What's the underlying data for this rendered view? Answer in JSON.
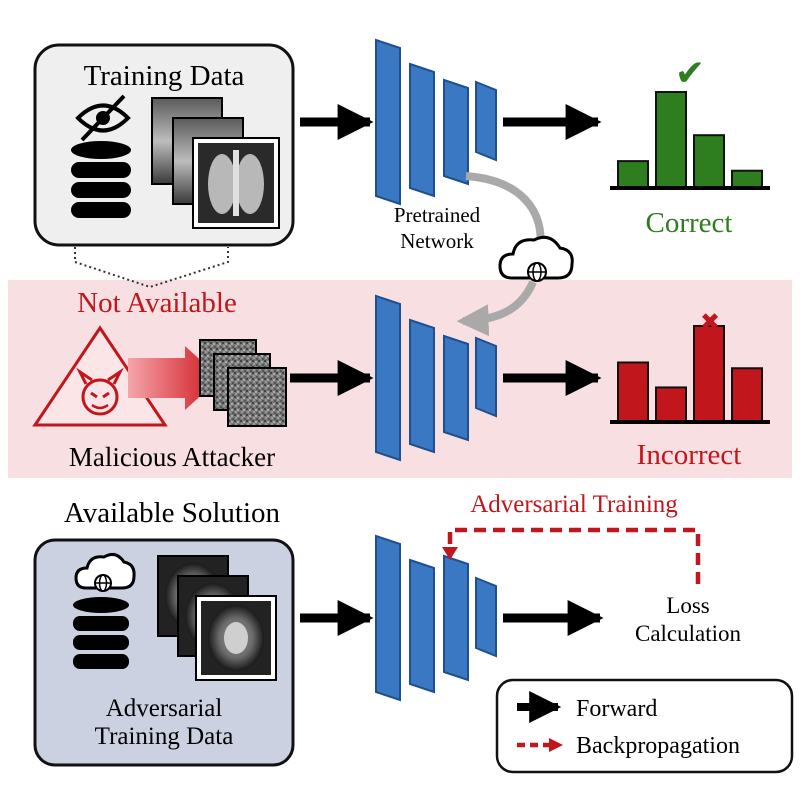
{
  "training": {
    "title": "Training Data",
    "eye_icon": "eye-slash-icon",
    "db_icon": "database-icon",
    "images": "chest-xray-images"
  },
  "pretrained": {
    "label_line1": "Pretrained",
    "label_line2": "Network"
  },
  "correct": {
    "label": "Correct",
    "mark": "✔",
    "bar_levels": [
      0.28,
      1.0,
      0.55,
      0.18
    ],
    "highlighted_bar": 1,
    "color": "#2e7d1f"
  },
  "not_available": {
    "label": "Not Available",
    "color": "#c0161c"
  },
  "attacker": {
    "label": "Malicious Attacker",
    "icon": "devil-warning-icon"
  },
  "incorrect": {
    "label": "Incorrect",
    "mark": "✖",
    "bar_levels": [
      0.62,
      0.36,
      1.0,
      0.56
    ],
    "highlighted_bar": 2,
    "color": "#c0161c"
  },
  "cloud": {
    "icon": "cloud-globe-icon"
  },
  "solution": {
    "heading": "Available Solution",
    "data_line1": "Adversarial",
    "data_line2": "Training Data",
    "images": "brain-ct-images"
  },
  "adversarial_training": {
    "label": "Adversarial Training"
  },
  "loss": {
    "line1": "Loss",
    "line2": "Calculation"
  },
  "legend": {
    "forward": "Forward",
    "backpropagation": "Backpropagation"
  },
  "colors": {
    "network_blue": "#3b78c4",
    "network_edge": "#1e4f8f",
    "danger_band": "#f8dfe1",
    "training_box": "#efefef",
    "solution_box": "#ccd1e2"
  }
}
